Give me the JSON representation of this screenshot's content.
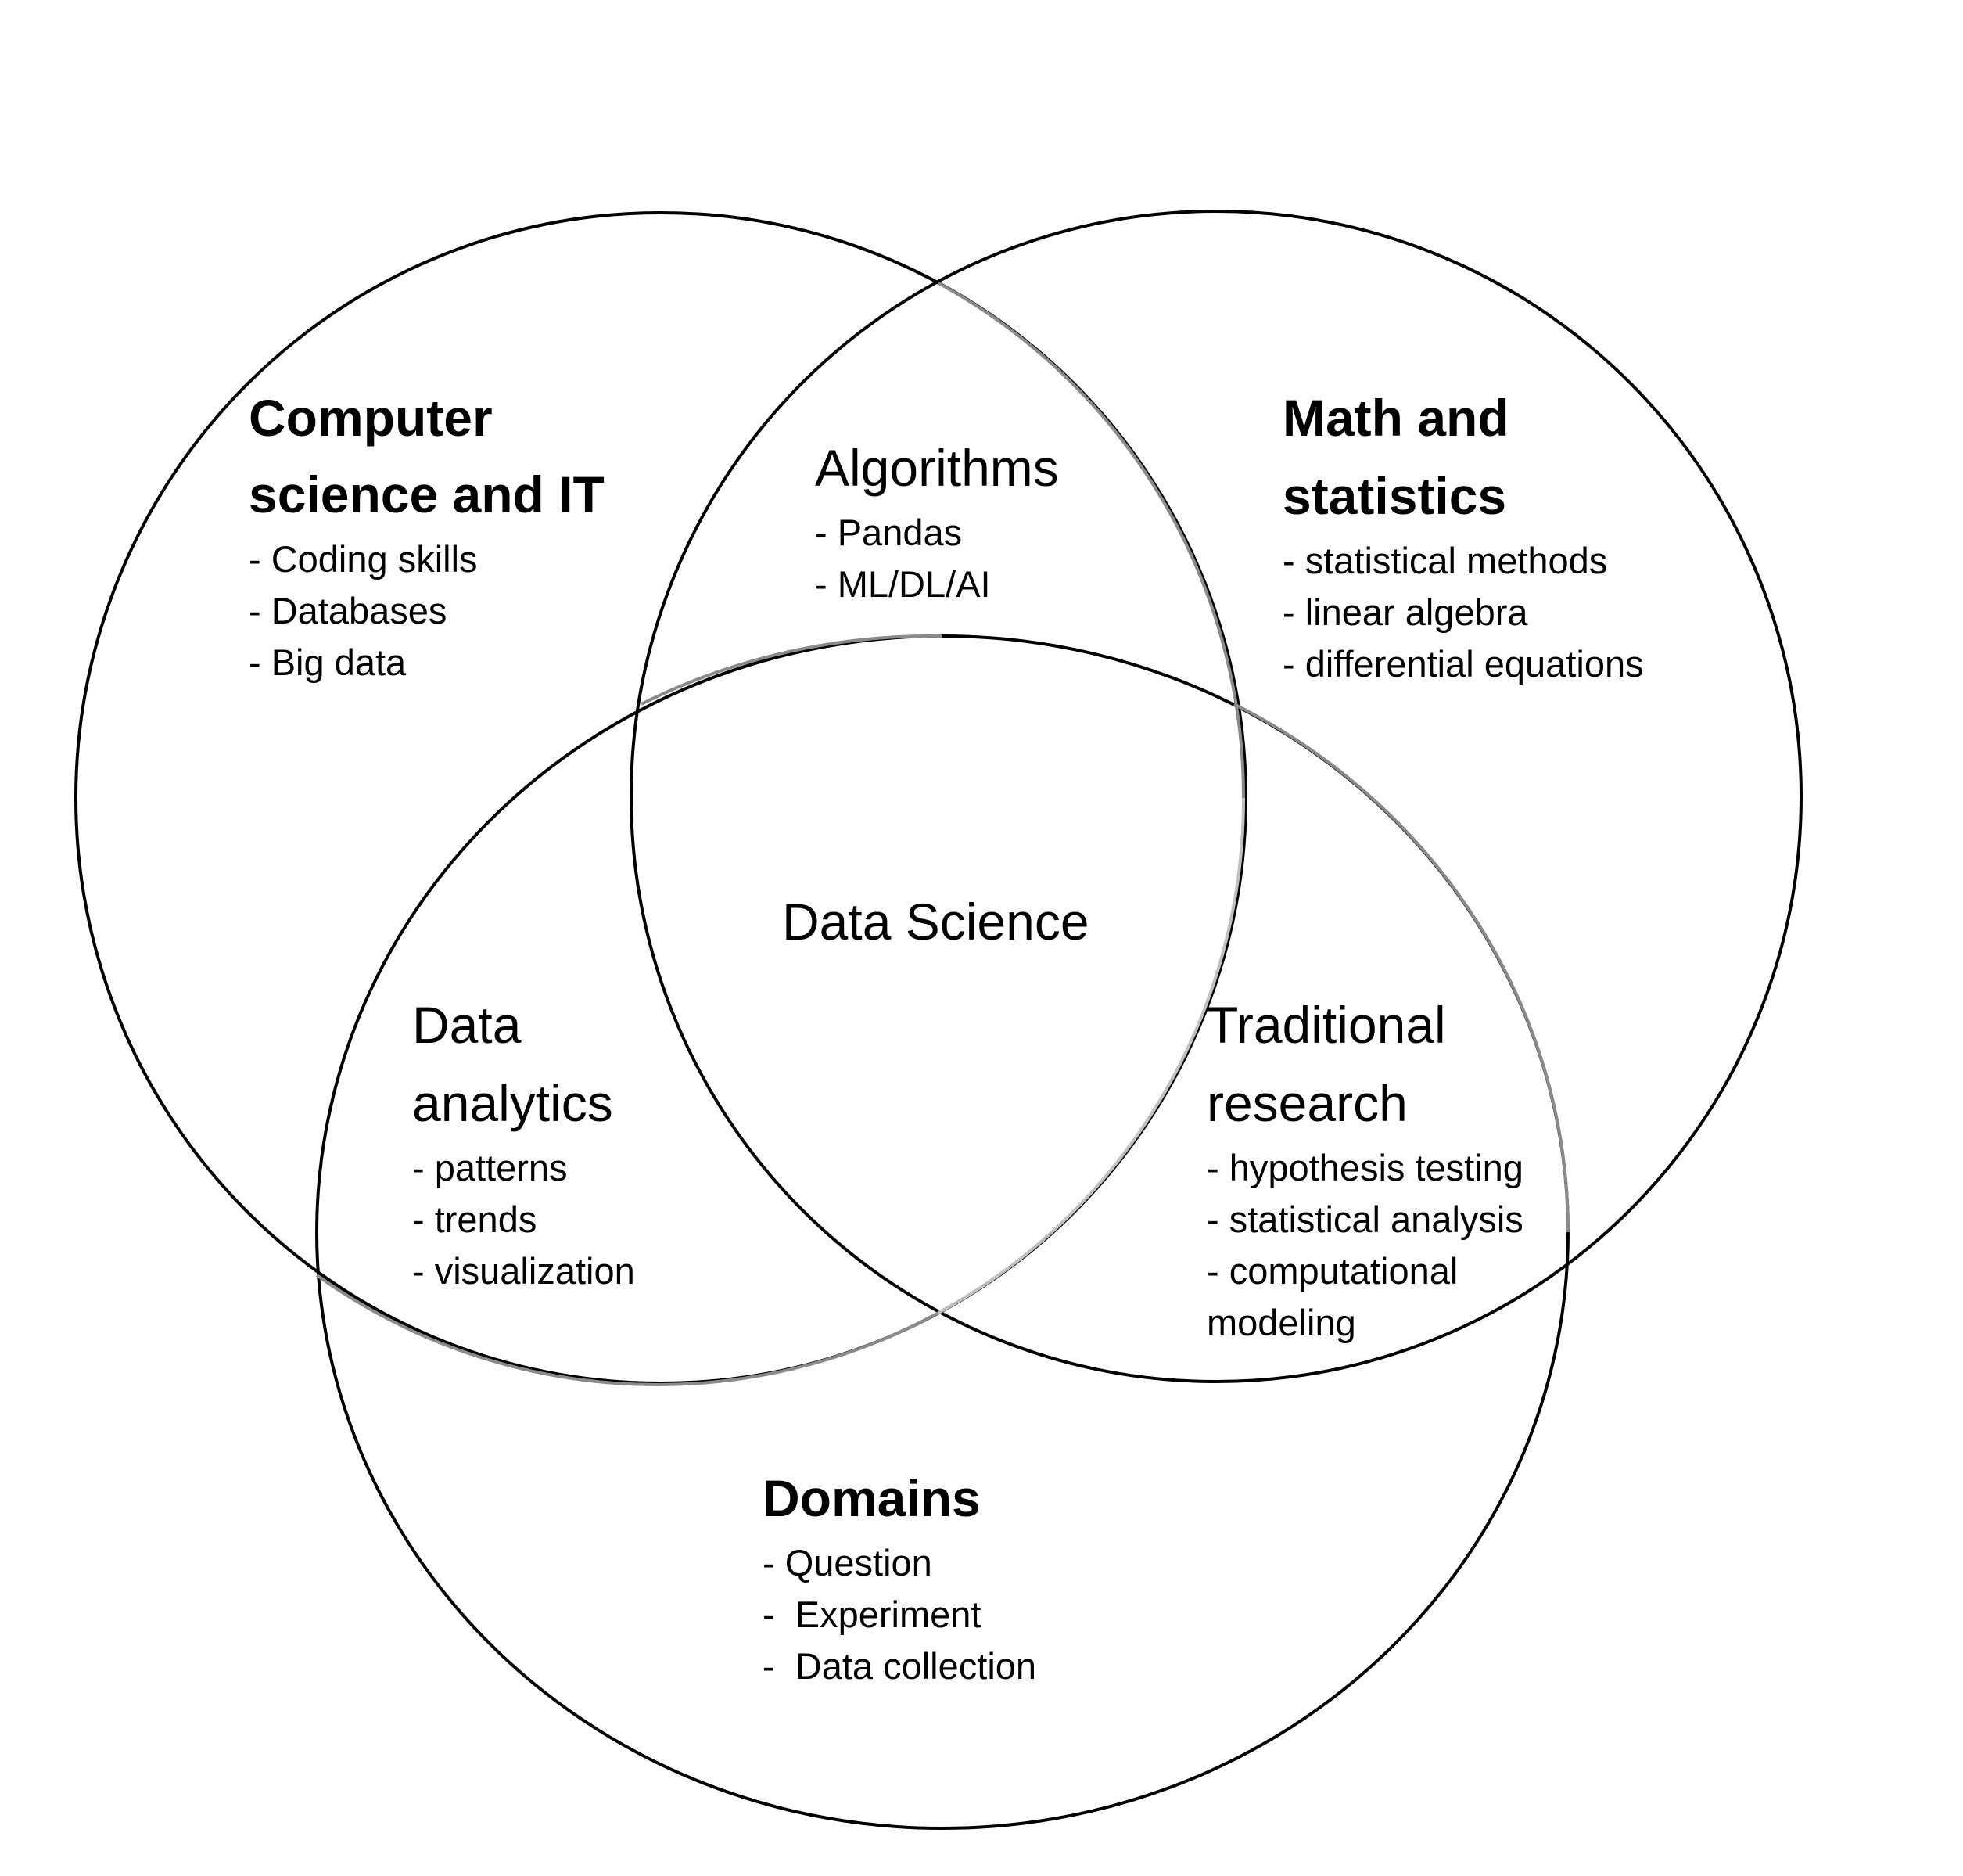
{
  "colors": {
    "circle_dark": "#000000",
    "circle_grey": "#8a8a8a",
    "background": "#ffffff"
  },
  "regions": {
    "computer_science": {
      "title": [
        "Computer",
        "science and IT"
      ],
      "items": [
        "- Coding skills",
        "- Databases",
        "- Big data"
      ]
    },
    "math_statistics": {
      "title": [
        "Math and",
        "statistics"
      ],
      "items": [
        "- statistical methods",
        "- linear algebra",
        "- differential equations"
      ]
    },
    "algorithms": {
      "title": [
        "Algorithms"
      ],
      "items": [
        "- Pandas",
        "- ML/DL/AI"
      ]
    },
    "data_science": {
      "title": [
        "Data Science"
      ]
    },
    "data_analytics": {
      "title": [
        "Data",
        "analytics"
      ],
      "items": [
        "- patterns",
        "- trends",
        "- visualization"
      ]
    },
    "traditional_research": {
      "title": [
        "Traditional",
        "research"
      ],
      "items": [
        "- hypothesis testing",
        "- statistical analysis",
        "- computational",
        "modeling"
      ]
    },
    "domains": {
      "title": [
        "Domains"
      ],
      "items": [
        "- Question",
        "-  Experiment",
        "-  Data collection"
      ]
    }
  }
}
